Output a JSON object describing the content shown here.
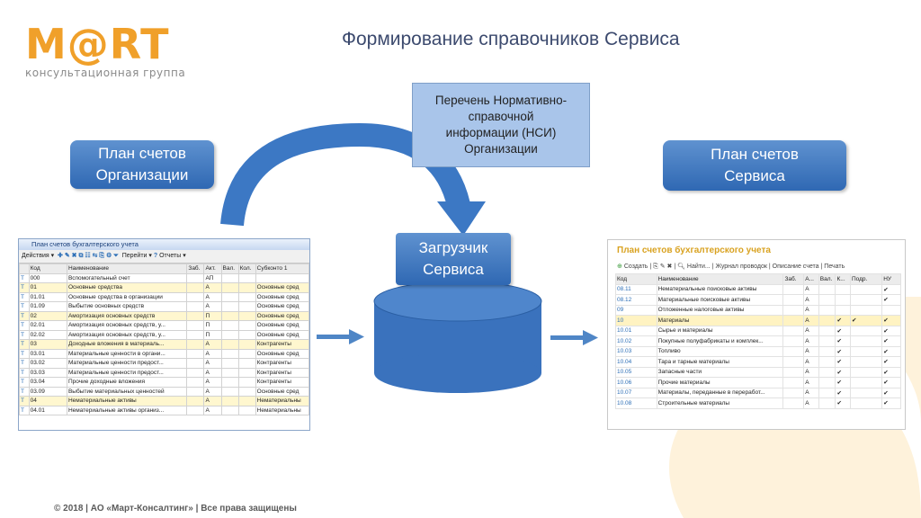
{
  "logo": {
    "brand": "M@RT",
    "tagline": "консультационная группа"
  },
  "title": "Формирование справочников Сервиса",
  "boxes": {
    "plan_org": [
      "План счетов",
      "Организации"
    ],
    "nsi": [
      "Перечень Нормативно-",
      "справочной",
      "информации (НСИ)",
      "Организации"
    ],
    "loader": [
      "Загрузчик",
      "Сервиса"
    ],
    "plan_svc": [
      "План счетов",
      "Сервиса"
    ]
  },
  "left_window": {
    "title": "План счетов бухгалтерского учета",
    "toolbar": [
      "Действия",
      "Перейти",
      "Отчеты"
    ],
    "columns": [
      "Код",
      "Наименование",
      "Заб.",
      "Акт.",
      "Вал.",
      "Кол.",
      "Субконто 1"
    ],
    "rows": [
      [
        "000",
        "Вспомогательный счет",
        "",
        "АП",
        "",
        "",
        ""
      ],
      [
        "01",
        "Основные средства",
        "",
        "А",
        "",
        "",
        "Основные сред"
      ],
      [
        "01.01",
        "Основные средства в организации",
        "",
        "А",
        "",
        "",
        "Основные сред"
      ],
      [
        "01.09",
        "Выбытие основных средств",
        "",
        "А",
        "",
        "",
        "Основные сред"
      ],
      [
        "02",
        "Амортизация основных средств",
        "",
        "П",
        "",
        "",
        "Основные сред"
      ],
      [
        "02.01",
        "Амортизация основных средств, у...",
        "",
        "П",
        "",
        "",
        "Основные сред"
      ],
      [
        "02.02",
        "Амортизация основных средств, у...",
        "",
        "П",
        "",
        "",
        "Основные сред"
      ],
      [
        "03",
        "Доходные вложения в материаль...",
        "",
        "А",
        "",
        "",
        "Контрагенты"
      ],
      [
        "03.01",
        "Материальные ценности в органи...",
        "",
        "А",
        "",
        "",
        "Основные сред"
      ],
      [
        "03.02",
        "Материальные ценности предост...",
        "",
        "А",
        "",
        "",
        "Контрагенты"
      ],
      [
        "03.03",
        "Материальные ценности предост...",
        "",
        "А",
        "",
        "",
        "Контрагенты"
      ],
      [
        "03.04",
        "Прочие доходные вложения",
        "",
        "А",
        "",
        "",
        "Контрагенты"
      ],
      [
        "03.09",
        "Выбытие материальных ценностей",
        "",
        "А",
        "",
        "",
        "Основные сред"
      ],
      [
        "04",
        "Нематериальные активы",
        "",
        "А",
        "",
        "",
        "Нематериальны"
      ],
      [
        "04.01",
        "Нематериальные активы организ...",
        "",
        "А",
        "",
        "",
        "Нематериальны"
      ]
    ],
    "yellow_rows": [
      1,
      4,
      7,
      13
    ]
  },
  "right_window": {
    "title": "План счетов бухгалтерского учета",
    "toolbar": [
      "Создать",
      "Найти...",
      "Журнал проводок",
      "Описание счета",
      "Печать"
    ],
    "columns": [
      "Код",
      "Наименование",
      "Заб.",
      "А...",
      "Вал.",
      "К...",
      "Подр.",
      "НУ"
    ],
    "rows": [
      [
        "08.11",
        "Нематериальные поисковые активы",
        "",
        "А",
        "",
        "",
        "",
        "✔"
      ],
      [
        "08.12",
        "Материальные поисковые активы",
        "",
        "А",
        "",
        "",
        "",
        "✔"
      ],
      [
        "09",
        "Отложенные налоговые активы",
        "",
        "А",
        "",
        "",
        "",
        ""
      ],
      [
        "10",
        "Материалы",
        "",
        "А",
        "",
        "✔",
        "✔",
        "✔"
      ],
      [
        "10.01",
        "Сырье и материалы",
        "",
        "А",
        "",
        "✔",
        "",
        "✔"
      ],
      [
        "10.02",
        "Покупные полуфабрикаты и комплек...",
        "",
        "А",
        "",
        "✔",
        "",
        "✔"
      ],
      [
        "10.03",
        "Топливо",
        "",
        "А",
        "",
        "✔",
        "",
        "✔"
      ],
      [
        "10.04",
        "Тара и тарные материалы",
        "",
        "А",
        "",
        "✔",
        "",
        "✔"
      ],
      [
        "10.05",
        "Запасные части",
        "",
        "А",
        "",
        "✔",
        "",
        "✔"
      ],
      [
        "10.06",
        "Прочие материалы",
        "",
        "А",
        "",
        "✔",
        "",
        "✔"
      ],
      [
        "10.07",
        "Материалы, переданные в переработ...",
        "",
        "А",
        "",
        "✔",
        "",
        "✔"
      ],
      [
        "10.08",
        "Строительные материалы",
        "",
        "А",
        "",
        "✔",
        "",
        "✔"
      ]
    ],
    "highlight_row": 3
  },
  "footer": "© 2018 | АО «Март-Консалтинг» | Все права защищены",
  "colors": {
    "accent_orange": "#f0a02a",
    "pill_blue": "#3a75bd",
    "nsi_blue": "#a9c5ea",
    "title": "#3c4a6e",
    "arrow": "#4f86c6"
  }
}
